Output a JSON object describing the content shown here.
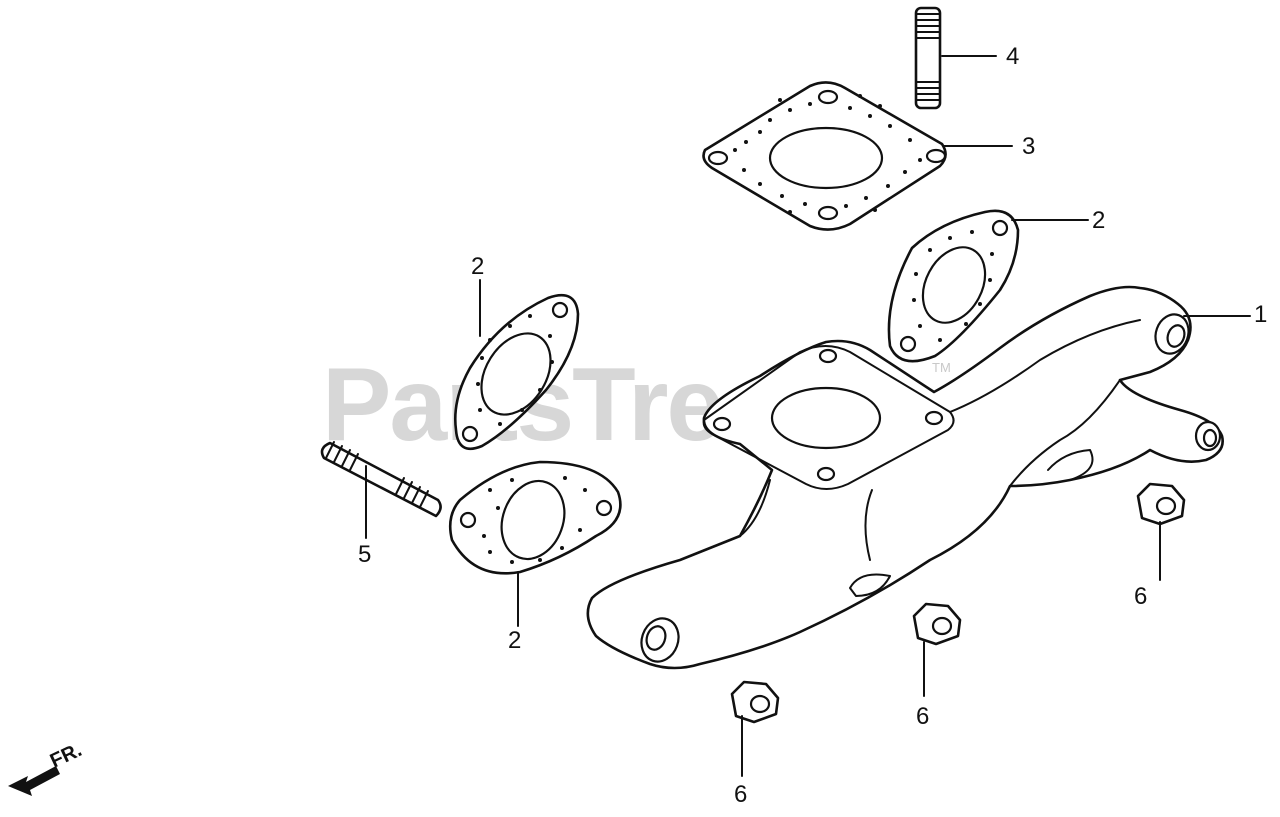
{
  "watermark": {
    "text": "PartsTree",
    "trademark": "TM"
  },
  "direction_arrow": {
    "label": "FR."
  },
  "callouts": {
    "c1": "1",
    "c2a": "2",
    "c2b": "2",
    "c2c": "2",
    "c3": "3",
    "c4": "4",
    "c5": "5",
    "c6a": "6",
    "c6b": "6",
    "c6c": "6"
  }
}
